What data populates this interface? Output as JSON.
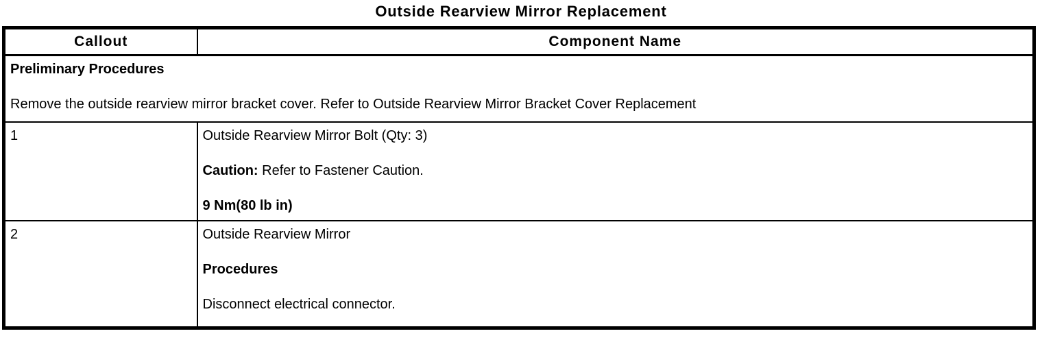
{
  "page": {
    "title": "Outside Rearview Mirror Replacement"
  },
  "table": {
    "headers": {
      "callout": "Callout",
      "component_name": "Component Name"
    },
    "preliminary": {
      "heading": "Preliminary Procedures",
      "instruction": "Remove the outside rearview mirror bracket cover. Refer to Outside Rearview Mirror Bracket Cover Replacement"
    },
    "rows": [
      {
        "callout": "1",
        "component": "Outside Rearview Mirror Bolt (Qty: 3)",
        "caution_label": "Caution:",
        "caution_text": " Refer to Fastener Caution.",
        "torque": "9 Nm(80 lb in)"
      },
      {
        "callout": "2",
        "component": "Outside Rearview Mirror",
        "procedures_label": "Procedures",
        "procedure_text": "Disconnect electrical connector."
      }
    ]
  }
}
